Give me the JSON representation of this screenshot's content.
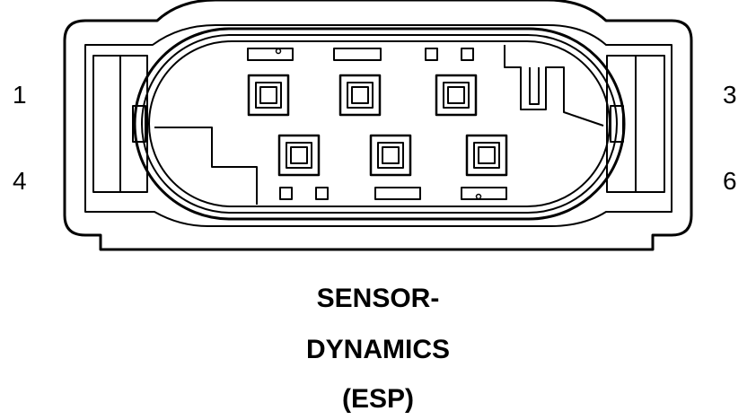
{
  "diagram": {
    "pin_labels": {
      "top_left": "1",
      "top_right": "3",
      "bottom_left": "4",
      "bottom_right": "6"
    },
    "caption": {
      "line1": "SENSOR-",
      "line2": "DYNAMICS",
      "line3": "(ESP)"
    },
    "pin_count": 6,
    "colors": {
      "stroke": "#000000",
      "background": "#ffffff"
    }
  }
}
